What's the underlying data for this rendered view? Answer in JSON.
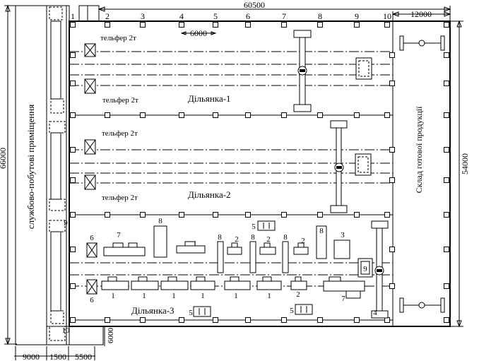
{
  "dimensions": {
    "total_width": "60500",
    "warehouse_width": "12000",
    "column_step": "6000",
    "total_height": "66000",
    "warehouse_height": "54000",
    "service_width": "9000",
    "corridor_width": "1500",
    "annex_width": "5500",
    "annex_height": "6000"
  },
  "axes": [
    "1",
    "2",
    "3",
    "4",
    "5",
    "6",
    "7",
    "8",
    "9",
    "10"
  ],
  "labels": {
    "service_rooms": "службово-побутові приміщення",
    "warehouse": "Склад   готової   продукції",
    "section_1": "Дільянка-1",
    "section_2": "Дільянка-2",
    "section_3": "Дільянка-3",
    "hoist": "тельфер 2т"
  },
  "equipment_numbers": {
    "n1": "1",
    "n2": "2",
    "n3": "3",
    "n4": "4",
    "n5": "5",
    "n6": "6",
    "n7": "7",
    "n8": "8",
    "n9": "9",
    "n10": "10"
  }
}
